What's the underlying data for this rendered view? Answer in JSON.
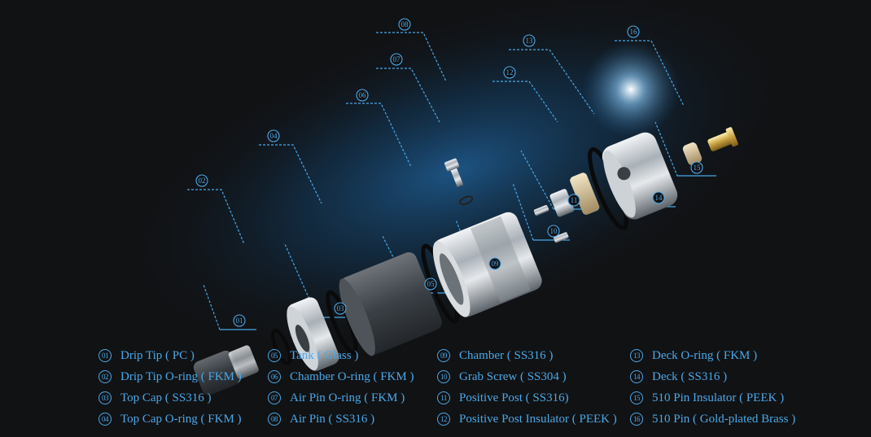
{
  "callouts": [
    "01",
    "02",
    "03",
    "04",
    "05",
    "06",
    "07",
    "08",
    "09",
    "10",
    "11",
    "12",
    "13",
    "14",
    "15",
    "16"
  ],
  "legend": [
    {
      "num": "01",
      "label": "Drip Tip ( PC )"
    },
    {
      "num": "02",
      "label": "Drip Tip O-ring ( FKM )"
    },
    {
      "num": "03",
      "label": "Top Cap ( SS316 )"
    },
    {
      "num": "04",
      "label": "Top Cap O-ring ( FKM )"
    },
    {
      "num": "05",
      "label": "Tank ( Glass )"
    },
    {
      "num": "06",
      "label": "Chamber O-ring ( FKM )"
    },
    {
      "num": "07",
      "label": "Air Pin O-ring ( FKM )"
    },
    {
      "num": "08",
      "label": "Air Pin ( SS316 )"
    },
    {
      "num": "09",
      "label": "Chamber ( SS316 )"
    },
    {
      "num": "10",
      "label": "Grab Screw ( SS304 )"
    },
    {
      "num": "11",
      "label": "Positive Post ( SS316)"
    },
    {
      "num": "12",
      "label": "Positive Post Insulator ( PEEK )"
    },
    {
      "num": "13",
      "label": "Deck O-ring ( FKM )"
    },
    {
      "num": "14",
      "label": "Deck ( SS316 )"
    },
    {
      "num": "15",
      "label": "510 Pin Insulator ( PEEK )"
    },
    {
      "num": "16",
      "label": "510 Pin ( Gold-plated Brass )"
    }
  ],
  "colors": {
    "accent": "#4aa8e8",
    "background": "#111214"
  }
}
